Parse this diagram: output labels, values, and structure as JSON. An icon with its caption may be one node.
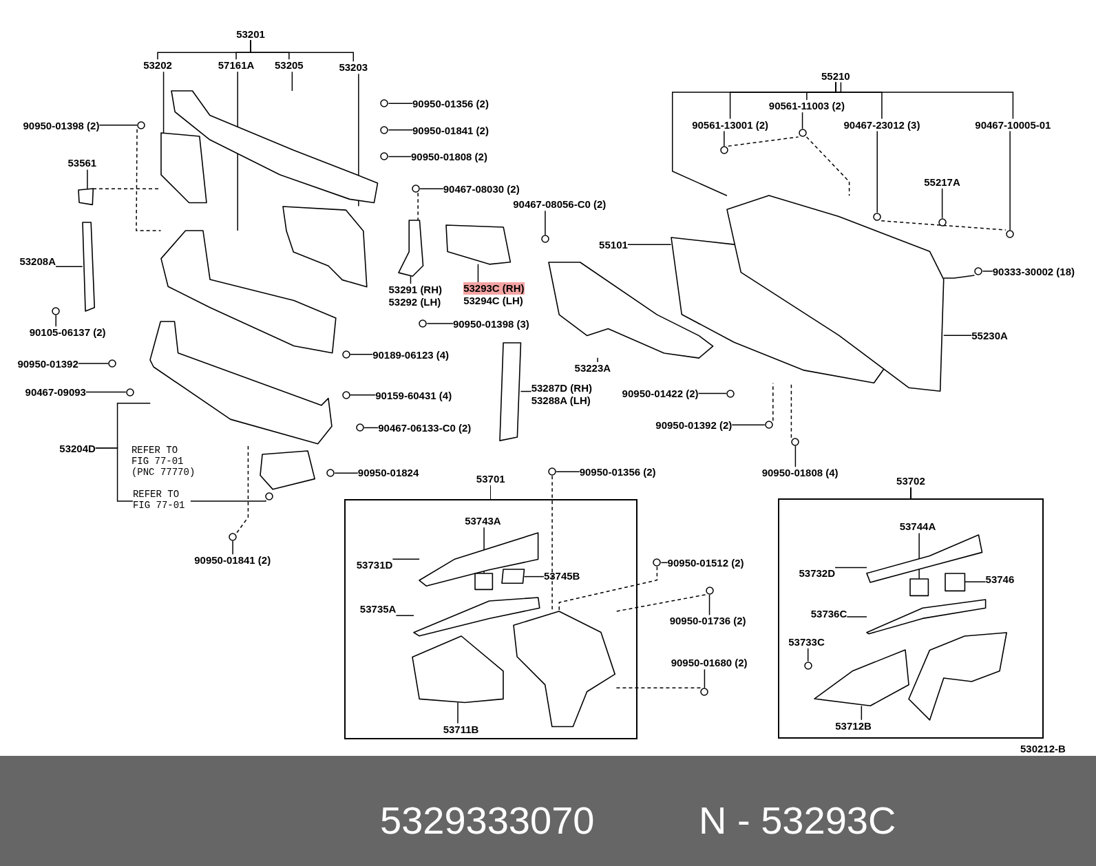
{
  "diagram": {
    "nodes": [
      {
        "text": [
          "53201"
        ]
      },
      {
        "text": [
          "53202"
        ]
      },
      {
        "text": [
          "57161A"
        ]
      },
      {
        "text": [
          "53205"
        ]
      },
      {
        "text": [
          "53203"
        ]
      },
      {
        "text": [
          "90950-01356 (2)"
        ]
      },
      {
        "text": [
          "90950-01841 (2)"
        ]
      },
      {
        "text": [
          "90950-01808 (2)"
        ]
      },
      {
        "text": [
          "90950-01398 (2)"
        ]
      },
      {
        "text": [
          "53561"
        ]
      },
      {
        "text": [
          "53208A"
        ]
      },
      {
        "text": [
          "90105-06137 (2)"
        ]
      },
      {
        "text": [
          "90950-01392"
        ]
      },
      {
        "text": [
          "90467-09093"
        ]
      },
      {
        "text": [
          "53204D"
        ]
      },
      {
        "text": [
          "REFER TO FIG 77-01 (PNC 77770)"
        ]
      },
      {
        "text": [
          "REFER TO FIG 77-01"
        ]
      },
      {
        "text": [
          "90950-01841 (2)"
        ]
      },
      {
        "text": [
          "90189-06123 (4)"
        ]
      },
      {
        "text": [
          "90159-60431 (4)"
        ]
      },
      {
        "text": [
          "90467-06133-C0 (2)"
        ]
      },
      {
        "text": [
          "90950-01824"
        ]
      },
      {
        "text": [
          "90467-08030 (2)"
        ]
      },
      {
        "text": [
          "90467-08056-C0 (2)"
        ]
      },
      {
        "text": [
          "53291 (RH)",
          "53292 (LH)"
        ]
      },
      {
        "text": [
          "53293C (RH)",
          "53294C (LH)"
        ]
      },
      {
        "text": [
          "90950-01398 (3)"
        ]
      },
      {
        "text": [
          "53287D (RH)",
          "53288A (LH)"
        ]
      },
      {
        "text": [
          "55101"
        ]
      },
      {
        "text": [
          "53223A"
        ]
      },
      {
        "text": [
          "90950-01422 (2)"
        ]
      },
      {
        "text": [
          "90950-01392 (2)"
        ]
      },
      {
        "text": [
          "90950-01808 (4)"
        ]
      },
      {
        "text": [
          "55210"
        ]
      },
      {
        "text": [
          "90561-13001 (2)"
        ]
      },
      {
        "text": [
          "90561-11003 (2)"
        ]
      },
      {
        "text": [
          "90467-23012 (3)"
        ]
      },
      {
        "text": [
          "90467-10005-01"
        ]
      },
      {
        "text": [
          "55217A"
        ]
      },
      {
        "text": [
          "90333-30002 (18)"
        ]
      },
      {
        "text": [
          "55230A"
        ]
      },
      {
        "text": [
          "53701"
        ]
      },
      {
        "text": [
          "53743A"
        ],
        "in": 41
      },
      {
        "text": [
          "53731D"
        ],
        "in": 41
      },
      {
        "text": [
          "53745B"
        ],
        "in": 41
      },
      {
        "text": [
          "53735A"
        ],
        "in": 41
      },
      {
        "text": [
          "53711B"
        ],
        "in": 41
      },
      {
        "text": [
          "90950-01356 (2)"
        ]
      },
      {
        "text": [
          "90950-01512 (2)"
        ]
      },
      {
        "text": [
          "90950-01736 (2)"
        ]
      },
      {
        "text": [
          "90950-01680 (2)"
        ]
      },
      {
        "text": [
          "53702"
        ]
      },
      {
        "text": [
          "53744A"
        ],
        "in": 51
      },
      {
        "text": [
          "53732D"
        ],
        "in": 51
      },
      {
        "text": [
          "53746"
        ],
        "in": 51
      },
      {
        "text": [
          "53736C"
        ],
        "in": 51
      },
      {
        "text": [
          "53733C"
        ],
        "in": 51
      },
      {
        "text": [
          "53712B"
        ],
        "in": 51
      },
      {
        "text": [],
        "shape": "picture"
      },
      {
        "text": [],
        "shape": "picture"
      },
      {
        "text": [],
        "shape": "picture"
      },
      {
        "text": [],
        "shape": "picture"
      },
      {
        "text": [],
        "shape": "picture"
      },
      {
        "text": [],
        "shape": "picture"
      },
      {
        "text": [],
        "shape": "picture"
      },
      {
        "text": [],
        "shape": "picture"
      },
      {
        "text": [],
        "shape": "picture"
      },
      {
        "text": [],
        "shape": "picture"
      },
      {
        "text": [],
        "shape": "picture"
      },
      {
        "text": [],
        "shape": "picture"
      },
      {
        "text": [],
        "shape": "picture"
      },
      {
        "text": [],
        "shape": "picture"
      },
      {
        "text": [],
        "shape": "picture",
        "in": 41
      },
      {
        "text": [],
        "shape": "box",
        "in": 41
      },
      {
        "text": [],
        "shape": "picture",
        "in": 41
      },
      {
        "text": [],
        "shape": "picture",
        "in": 41
      },
      {
        "text": [],
        "shape": "picture",
        "in": 41
      },
      {
        "text": [],
        "shape": "picture",
        "in": 41
      },
      {
        "text": [],
        "shape": "picture",
        "in": 51
      },
      {
        "text": [],
        "shape": "box",
        "in": 51
      },
      {
        "text": [],
        "shape": "picture",
        "in": 51
      },
      {
        "text": [],
        "shape": "picture",
        "in": 51
      },
      {
        "text": [],
        "shape": "picture",
        "in": 51
      },
      {
        "text": [],
        "shape": "picture",
        "in": 51
      },
      {
        "text": [],
        "shape": "circle"
      },
      {
        "text": [],
        "shape": "circle"
      },
      {
        "text": [],
        "shape": "circle"
      },
      {
        "text": [],
        "shape": "circle"
      },
      {
        "text": [],
        "shape": "circle"
      },
      {
        "text": [],
        "shape": "circle"
      },
      {
        "text": [],
        "shape": "circle"
      },
      {
        "text": [],
        "shape": "circle"
      },
      {
        "text": [],
        "shape": "circle"
      },
      {
        "text": [],
        "shape": "circle"
      },
      {
        "text": [],
        "shape": "circle"
      },
      {
        "text": [],
        "shape": "circle"
      },
      {
        "text": [],
        "shape": "circle"
      },
      {
        "text": [],
        "shape": "circle"
      },
      {
        "text": [],
        "shape": "circle"
      },
      {
        "text": [],
        "shape": "circle"
      },
      {
        "text": [],
        "shape": "circle"
      },
      {
        "text": [],
        "shape": "circle"
      },
      {
        "text": [],
        "shape": "circle"
      },
      {
        "text": [],
        "shape": "circle"
      },
      {
        "text": [],
        "shape": "circle"
      },
      {
        "text": [],
        "shape": "circle"
      },
      {
        "text": [],
        "shape": "circle"
      },
      {
        "text": [],
        "shape": "circle"
      },
      {
        "text": [],
        "shape": "circle"
      },
      {
        "text": [],
        "shape": "circle"
      },
      {
        "text": [],
        "shape": "circle"
      },
      {
        "text": [],
        "shape": "circle",
        "in": 51
      },
      {
        "text": [],
        "shape": "circle"
      },
      {
        "text": [],
        "shape": "circle"
      }
    ],
    "edges": [
      {
        "from": 0,
        "to": 1,
        "arrow": "none"
      },
      {
        "from": 0,
        "to": 2,
        "arrow": "none"
      },
      {
        "from": 0,
        "to": 3,
        "arrow": "none"
      },
      {
        "from": 0,
        "to": 4,
        "arrow": "none"
      },
      {
        "from": 33,
        "to": 34,
        "arrow": "none"
      },
      {
        "from": 33,
        "to": 35,
        "arrow": "none"
      },
      {
        "from": 33,
        "to": 36,
        "arrow": "none"
      },
      {
        "from": 33,
        "to": 37,
        "arrow": "none"
      },
      {
        "from": 1,
        "to": 59,
        "arrow": "none"
      },
      {
        "from": 2,
        "to": 61,
        "arrow": "none"
      },
      {
        "from": 3,
        "to": 58,
        "arrow": "none"
      },
      {
        "from": 4,
        "to": 60,
        "arrow": "none"
      },
      {
        "from": 5,
        "to": 84,
        "arrow": "none"
      },
      {
        "from": 6,
        "to": 85,
        "arrow": "none"
      },
      {
        "from": 7,
        "to": 86,
        "arrow": "none"
      },
      {
        "from": 8,
        "to": 87,
        "arrow": "none"
      },
      {
        "from": 9,
        "to": 64,
        "arrow": "none"
      },
      {
        "from": 10,
        "to": 63,
        "arrow": "none"
      },
      {
        "from": 11,
        "to": 88,
        "arrow": "none"
      },
      {
        "from": 12,
        "to": 89,
        "arrow": "none"
      },
      {
        "from": 13,
        "to": 90,
        "arrow": "none"
      },
      {
        "from": 14,
        "to": 62,
        "arrow": "none"
      },
      {
        "from": 16,
        "to": 112,
        "arrow": "none"
      },
      {
        "from": 17,
        "to": 91,
        "arrow": "none"
      },
      {
        "from": 18,
        "to": 92,
        "arrow": "none"
      },
      {
        "from": 19,
        "to": 93,
        "arrow": "none"
      },
      {
        "from": 20,
        "to": 94,
        "arrow": "none"
      },
      {
        "from": 21,
        "to": 95,
        "arrow": "none"
      },
      {
        "from": 22,
        "to": 96,
        "arrow": "none"
      },
      {
        "from": 23,
        "to": 97,
        "arrow": "none"
      },
      {
        "from": 24,
        "to": 65,
        "arrow": "none"
      },
      {
        "from": 25,
        "to": 66,
        "arrow": "none"
      },
      {
        "from": 26,
        "to": 98,
        "arrow": "none"
      },
      {
        "from": 27,
        "to": 67,
        "arrow": "none"
      },
      {
        "from": 28,
        "to": 70,
        "arrow": "none"
      },
      {
        "from": 29,
        "to": 69,
        "arrow": "none"
      },
      {
        "from": 30,
        "to": 99,
        "arrow": "none"
      },
      {
        "from": 31,
        "to": 100,
        "arrow": "none"
      },
      {
        "from": 32,
        "to": 101,
        "arrow": "none"
      },
      {
        "from": 33,
        "to": 71,
        "arrow": "none"
      },
      {
        "from": 34,
        "to": 102,
        "arrow": "none"
      },
      {
        "from": 35,
        "to": 103,
        "arrow": "none"
      },
      {
        "from": 36,
        "to": 104,
        "arrow": "none"
      },
      {
        "from": 37,
        "to": 105,
        "arrow": "none"
      },
      {
        "from": 38,
        "to": 106,
        "arrow": "none"
      },
      {
        "from": 39,
        "to": 113,
        "arrow": "none"
      },
      {
        "from": 113,
        "to": 71,
        "arrow": "none"
      },
      {
        "from": 40,
        "to": 71,
        "arrow": "none"
      },
      {
        "from": 42,
        "to": 73,
        "arrow": "none"
      },
      {
        "from": 43,
        "to": 72,
        "arrow": "none"
      },
      {
        "from": 44,
        "to": 74,
        "arrow": "none"
      },
      {
        "from": 45,
        "to": 75,
        "arrow": "none"
      },
      {
        "from": 46,
        "to": 76,
        "arrow": "none"
      },
      {
        "from": 47,
        "to": 107,
        "arrow": "none"
      },
      {
        "from": 48,
        "to": 108,
        "arrow": "none"
      },
      {
        "from": 49,
        "to": 109,
        "arrow": "none"
      },
      {
        "from": 50,
        "to": 110,
        "arrow": "none"
      },
      {
        "from": 52,
        "to": 79,
        "arrow": "none"
      },
      {
        "from": 53,
        "to": 78,
        "arrow": "none"
      },
      {
        "from": 54,
        "to": 80,
        "arrow": "none"
      },
      {
        "from": 55,
        "to": 81,
        "arrow": "none"
      },
      {
        "from": 56,
        "to": 111,
        "arrow": "none"
      },
      {
        "from": 57,
        "to": 82,
        "arrow": "none"
      },
      {
        "from": 87,
        "to": 61,
        "arrow": "none",
        "style": "dashed"
      },
      {
        "from": 64,
        "to": 59,
        "arrow": "none",
        "style": "dashed"
      },
      {
        "from": 96,
        "to": 65,
        "arrow": "none",
        "style": "dashed"
      },
      {
        "from": 102,
        "to": 103,
        "arrow": "none",
        "style": "dashed"
      },
      {
        "from": 103,
        "to": 71,
        "arrow": "none",
        "style": "dashed"
      },
      {
        "from": 104,
        "to": 105,
        "arrow": "none",
        "style": "dashed"
      },
      {
        "from": 91,
        "to": 62,
        "arrow": "none",
        "style": "dashed"
      },
      {
        "from": 107,
        "to": 77,
        "arrow": "none",
        "style": "dashed"
      },
      {
        "from": 108,
        "to": 77,
        "arrow": "none",
        "style": "dashed"
      },
      {
        "from": 109,
        "to": 77,
        "arrow": "none",
        "style": "dashed"
      },
      {
        "from": 110,
        "to": 77,
        "arrow": "none",
        "style": "dashed"
      },
      {
        "from": 100,
        "to": 70,
        "arrow": "none",
        "style": "dashed"
      },
      {
        "from": 101,
        "to": 70,
        "arrow": "none",
        "style": "dashed"
      },
      {
        "from": 14,
        "to": 16,
        "arrow": "none"
      }
    ],
    "labels": [
      "530212-B",
      "5329333070",
      "N - 53293C"
    ]
  }
}
